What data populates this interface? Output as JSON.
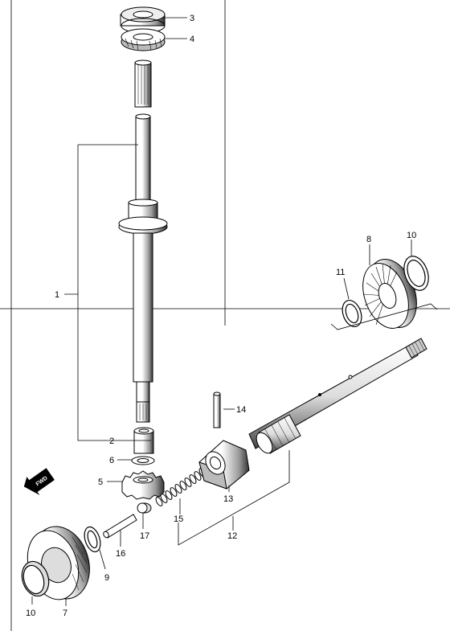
{
  "diagram": {
    "callouts": [
      {
        "id": "1",
        "text": "1"
      },
      {
        "id": "2",
        "text": "2"
      },
      {
        "id": "3",
        "text": "3"
      },
      {
        "id": "4",
        "text": "4"
      },
      {
        "id": "5",
        "text": "5"
      },
      {
        "id": "6",
        "text": "6"
      },
      {
        "id": "7",
        "text": "7"
      },
      {
        "id": "8",
        "text": "8"
      },
      {
        "id": "9",
        "text": "9"
      },
      {
        "id": "10a",
        "text": "10"
      },
      {
        "id": "10b",
        "text": "10"
      },
      {
        "id": "11",
        "text": "11"
      },
      {
        "id": "12",
        "text": "12"
      },
      {
        "id": "13",
        "text": "13"
      },
      {
        "id": "14",
        "text": "14"
      },
      {
        "id": "15",
        "text": "15"
      },
      {
        "id": "16",
        "text": "16"
      },
      {
        "id": "17",
        "text": "17"
      }
    ],
    "direction_badge": "FWD",
    "colors": {
      "line": "#000000",
      "background": "#ffffff"
    }
  }
}
